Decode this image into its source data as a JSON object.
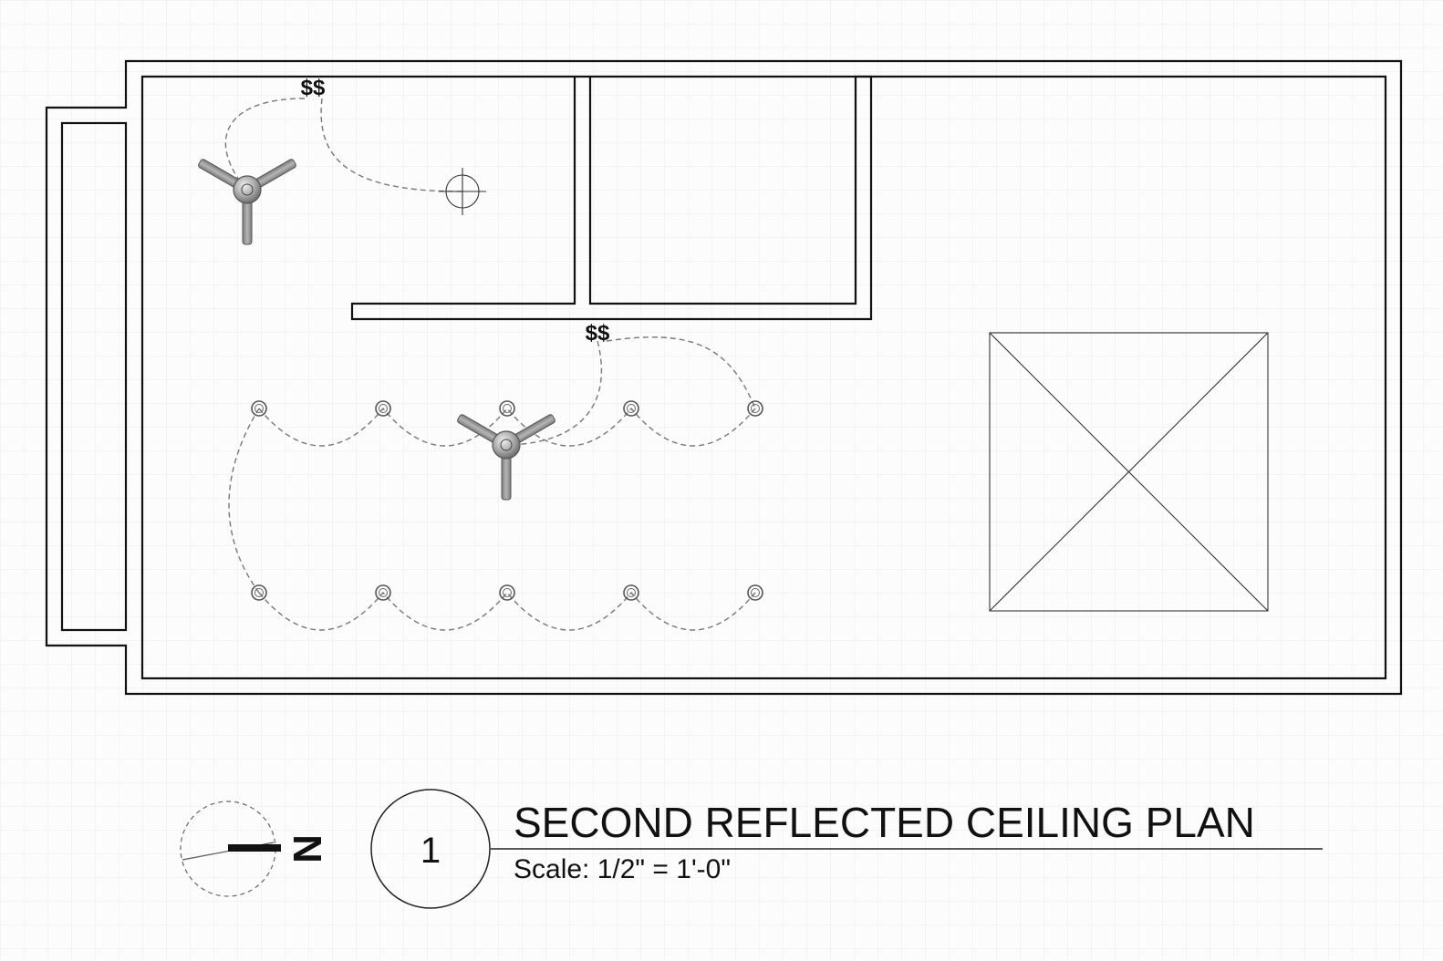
{
  "drawing": {
    "title": "SECOND REFLECTED CEILING PLAN",
    "scale": "Scale: 1/2\" = 1'-0\"",
    "number": "1",
    "north_label": "N"
  },
  "symbols": {
    "switch_glyph": "$$",
    "fan_icon": "ceiling-fan-icon",
    "light_icon": "recessed-light-icon",
    "junction_icon": "ceiling-box-icon",
    "opening_icon": "open-to-below-icon"
  },
  "colors": {
    "grid": "#e6e6e6",
    "walls": "#111111",
    "wiring": "#777777",
    "fan_body": "#8e8e8e"
  }
}
